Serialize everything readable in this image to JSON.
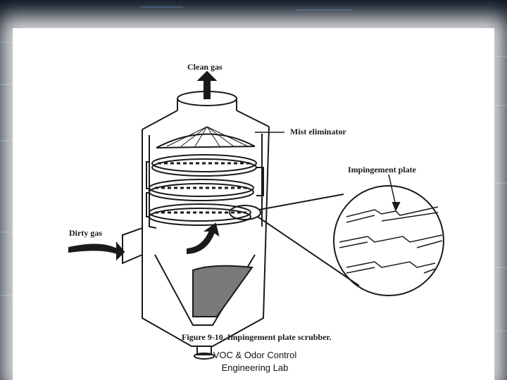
{
  "diagram": {
    "labels": {
      "clean_gas": "Clean gas",
      "mist_eliminator": "Mist eliminator",
      "impingement_plate": "Impingement plate",
      "dirty_gas": "Dirty gas",
      "caption": "Figure 9-10. Impingement plate scrubber."
    }
  },
  "footer": {
    "line1": "VOC & Odor Control",
    "line2": "Engineering Lab"
  },
  "colors": {
    "background": "#0a1420",
    "paper": "#ffffff",
    "ink": "#1a1a1a"
  }
}
